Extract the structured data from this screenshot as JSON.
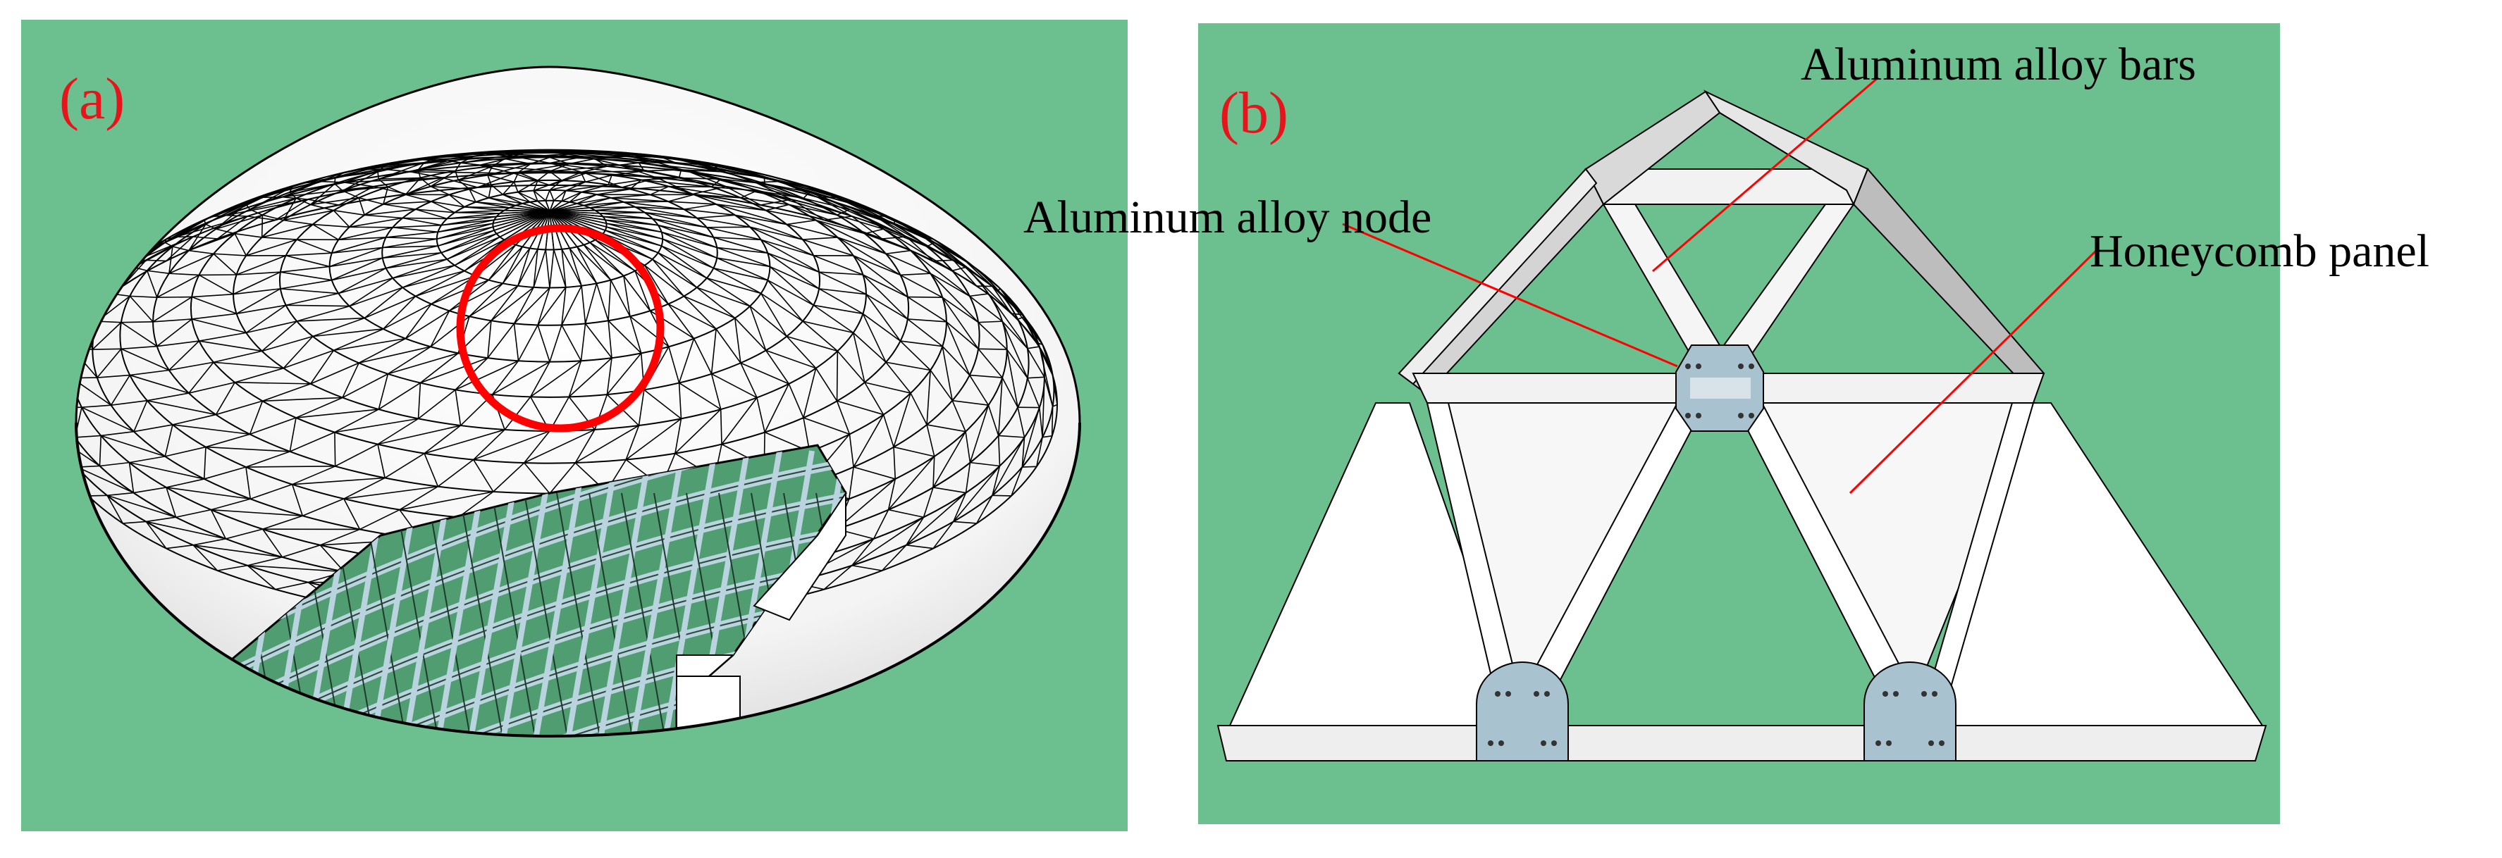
{
  "figure": {
    "background_color": "#6cbf8e",
    "panel_a": {
      "label": "(a)",
      "highlight_color": "#ff0000"
    },
    "panel_b": {
      "label": "(b)",
      "callouts": {
        "bars": "Aluminum alloy bars",
        "node": "Aluminum alloy node",
        "panel": "Honeycomb panel"
      },
      "leader_color": "#ff0000",
      "node_color": "#a9c2cf"
    }
  }
}
